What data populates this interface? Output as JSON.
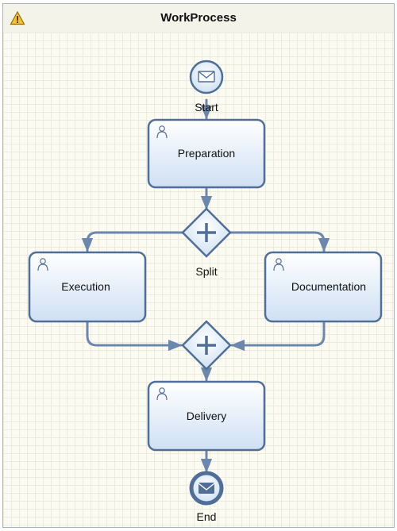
{
  "title": "WorkProcess",
  "icons": {
    "warning": "warning-icon",
    "user": "user-icon",
    "message": "envelope-icon",
    "parallel": "plus-icon"
  },
  "colors": {
    "task_fill_top": "#ffffff",
    "task_fill_bottom": "#cfe0f3",
    "stroke": "#4f6f98",
    "connector": "#6b87ad",
    "grid": "#ecebdc",
    "background": "#fbfbf3"
  },
  "nodes": {
    "start": {
      "label": "Start"
    },
    "preparation": {
      "label": "Preparation"
    },
    "split": {
      "label": "Split"
    },
    "execution": {
      "label": "Execution"
    },
    "documentation": {
      "label": "Documentation"
    },
    "delivery": {
      "label": "Delivery"
    },
    "end": {
      "label": "End"
    }
  }
}
